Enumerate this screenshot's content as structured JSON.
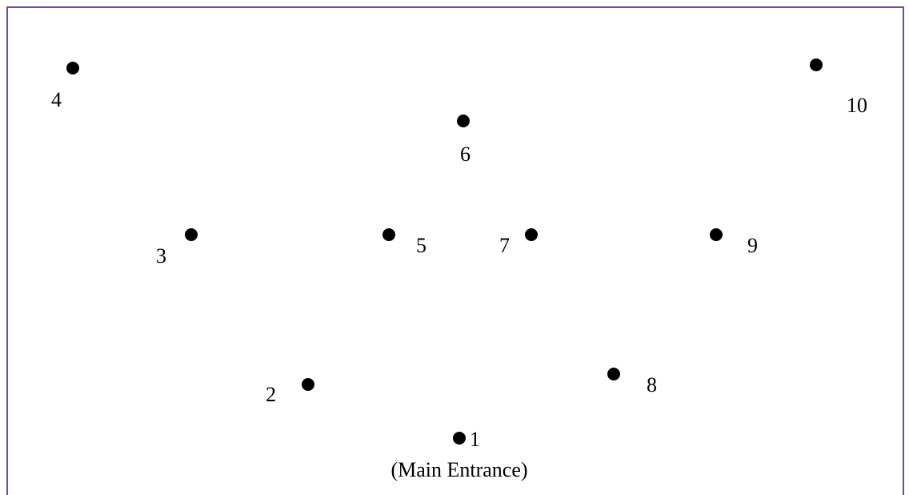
{
  "colors": {
    "frame_border": "#6a4e9b",
    "dot": "#000000",
    "text": "#000000"
  },
  "points": [
    {
      "id": "1",
      "label": "1",
      "sublabel": "(Main Entrance)"
    },
    {
      "id": "2",
      "label": "2"
    },
    {
      "id": "3",
      "label": "3"
    },
    {
      "id": "4",
      "label": "4"
    },
    {
      "id": "5",
      "label": "5"
    },
    {
      "id": "6",
      "label": "6"
    },
    {
      "id": "7",
      "label": "7"
    },
    {
      "id": "8",
      "label": "8"
    },
    {
      "id": "9",
      "label": "9"
    },
    {
      "id": "10",
      "label": "10"
    }
  ]
}
